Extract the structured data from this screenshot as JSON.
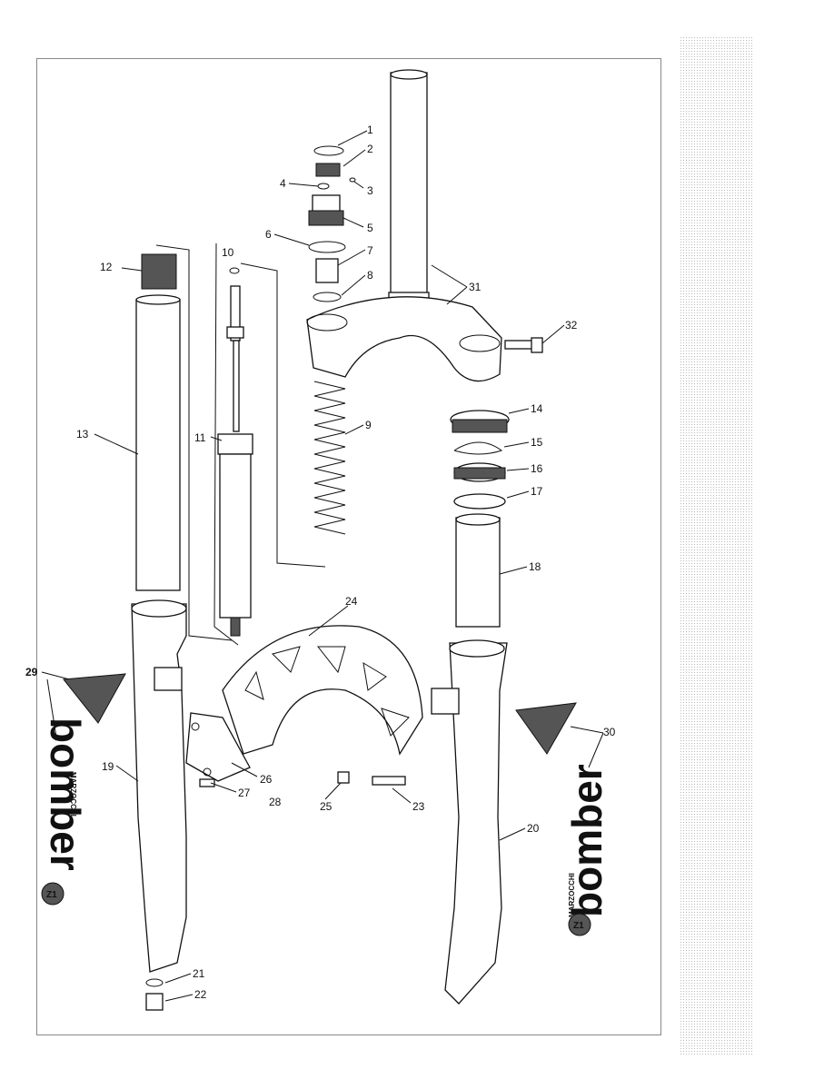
{
  "parts": [
    {
      "id": "1"
    },
    {
      "id": "2"
    },
    {
      "id": "3"
    },
    {
      "id": "4"
    },
    {
      "id": "5"
    },
    {
      "id": "6"
    },
    {
      "id": "7"
    },
    {
      "id": "8"
    },
    {
      "id": "9"
    },
    {
      "id": "10"
    },
    {
      "id": "11"
    },
    {
      "id": "12"
    },
    {
      "id": "13"
    },
    {
      "id": "14"
    },
    {
      "id": "15"
    },
    {
      "id": "16"
    },
    {
      "id": "17"
    },
    {
      "id": "18"
    },
    {
      "id": "19"
    },
    {
      "id": "20"
    },
    {
      "id": "21"
    },
    {
      "id": "22"
    },
    {
      "id": "23"
    },
    {
      "id": "24"
    },
    {
      "id": "25"
    },
    {
      "id": "26"
    },
    {
      "id": "27"
    },
    {
      "id": "28"
    },
    {
      "id": "29"
    },
    {
      "id": "30"
    },
    {
      "id": "31"
    },
    {
      "id": "32"
    }
  ],
  "decals": {
    "left": {
      "brand": "bomber",
      "maker": "MARZOCCHI",
      "badge": "Z1"
    },
    "right": {
      "brand": "bomber",
      "maker": "MARZOCCHI",
      "badge": "Z1"
    }
  },
  "colors": {
    "ink": "#111111",
    "paper": "#ffffff"
  }
}
